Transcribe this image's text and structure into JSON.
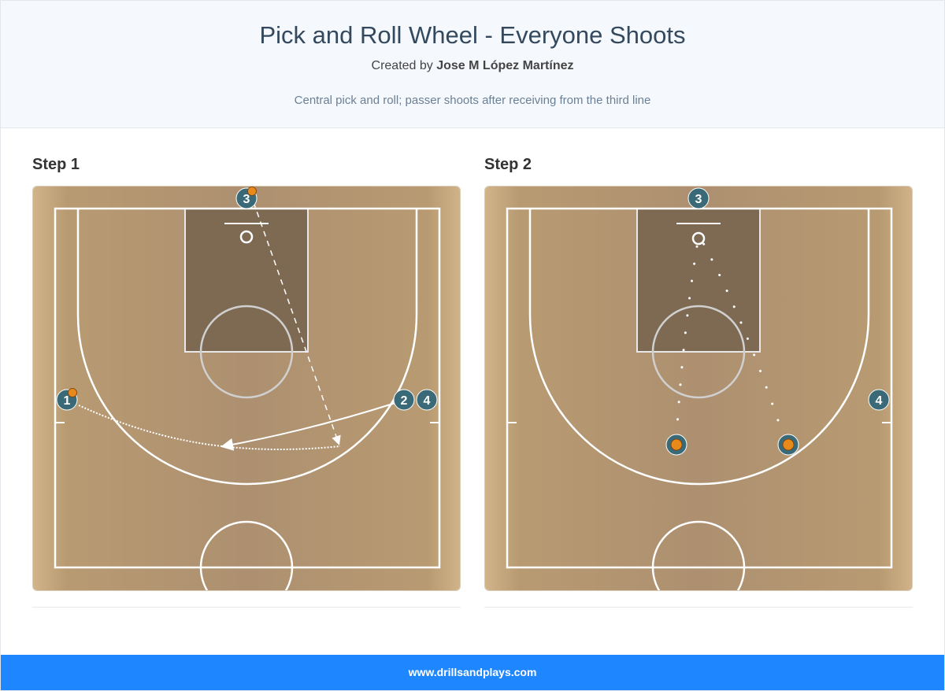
{
  "header": {
    "title": "Pick and Roll Wheel - Everyone Shoots",
    "created_by_prefix": "Created by",
    "author": "Jose M López Martínez",
    "description": "Central pick and roll; passer shoots after receiving from the third line"
  },
  "steps": [
    {
      "title": "Step 1",
      "players": [
        {
          "label": "1",
          "has_ball": true
        },
        {
          "label": "2",
          "has_ball": false
        },
        {
          "label": "3",
          "has_ball": true
        },
        {
          "label": "4",
          "has_ball": false
        }
      ],
      "actions": [
        "dribble",
        "cut",
        "pass"
      ]
    },
    {
      "title": "Step 2",
      "players": [
        {
          "label": "3",
          "has_ball": false
        },
        {
          "label": "4",
          "has_ball": false
        },
        {
          "label": "",
          "has_ball": true
        },
        {
          "label": "",
          "has_ball": true
        }
      ],
      "actions": [
        "shot",
        "shot"
      ]
    }
  ],
  "footer": {
    "site": "www.drillsandplays.com"
  },
  "colors": {
    "player": "#3a6a78",
    "ball": "#e8891c",
    "footer": "#1e86ff",
    "court_wood": "#b9976c",
    "paint": "#7e6a52"
  }
}
